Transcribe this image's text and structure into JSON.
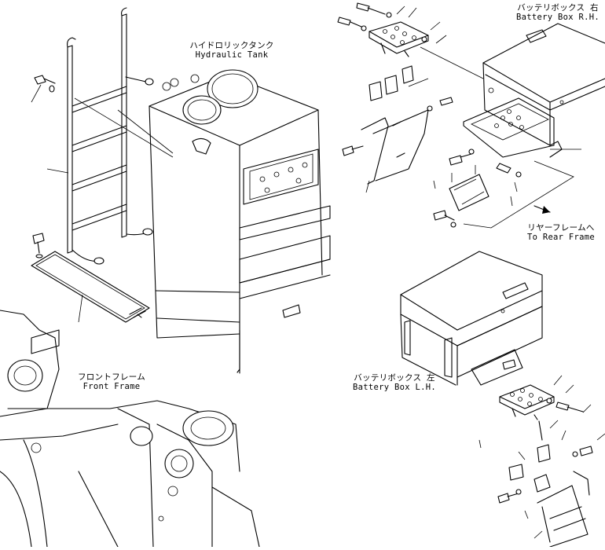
{
  "labels": {
    "hydraulic_tank_jp": "ハイドロリックタンク",
    "hydraulic_tank_en": "Hydraulic Tank",
    "battery_rh_jp": "バッテリボックス 右",
    "battery_rh_en": "Battery Box R.H.",
    "rear_frame_jp": "リヤーフレームへ",
    "rear_frame_en": "To Rear Frame",
    "battery_lh_jp": "バッテリボックス 左",
    "battery_lh_en": "Battery Box L.H.",
    "front_frame_jp": "フロントフレーム",
    "front_frame_en": "Front Frame"
  }
}
